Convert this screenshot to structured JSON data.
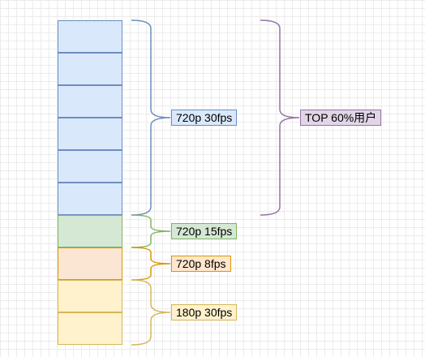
{
  "groups": [
    {
      "label": "720p 30fps",
      "color": "#6c8ebf"
    },
    {
      "label": "720p 15fps",
      "color": "#82b366"
    },
    {
      "label": "720p 8fps",
      "color": "#d79b00"
    },
    {
      "label": "180p 30fps",
      "color": "#d6b656"
    }
  ],
  "summary": {
    "label": "TOP 60%用户",
    "color": "#9673a6"
  }
}
